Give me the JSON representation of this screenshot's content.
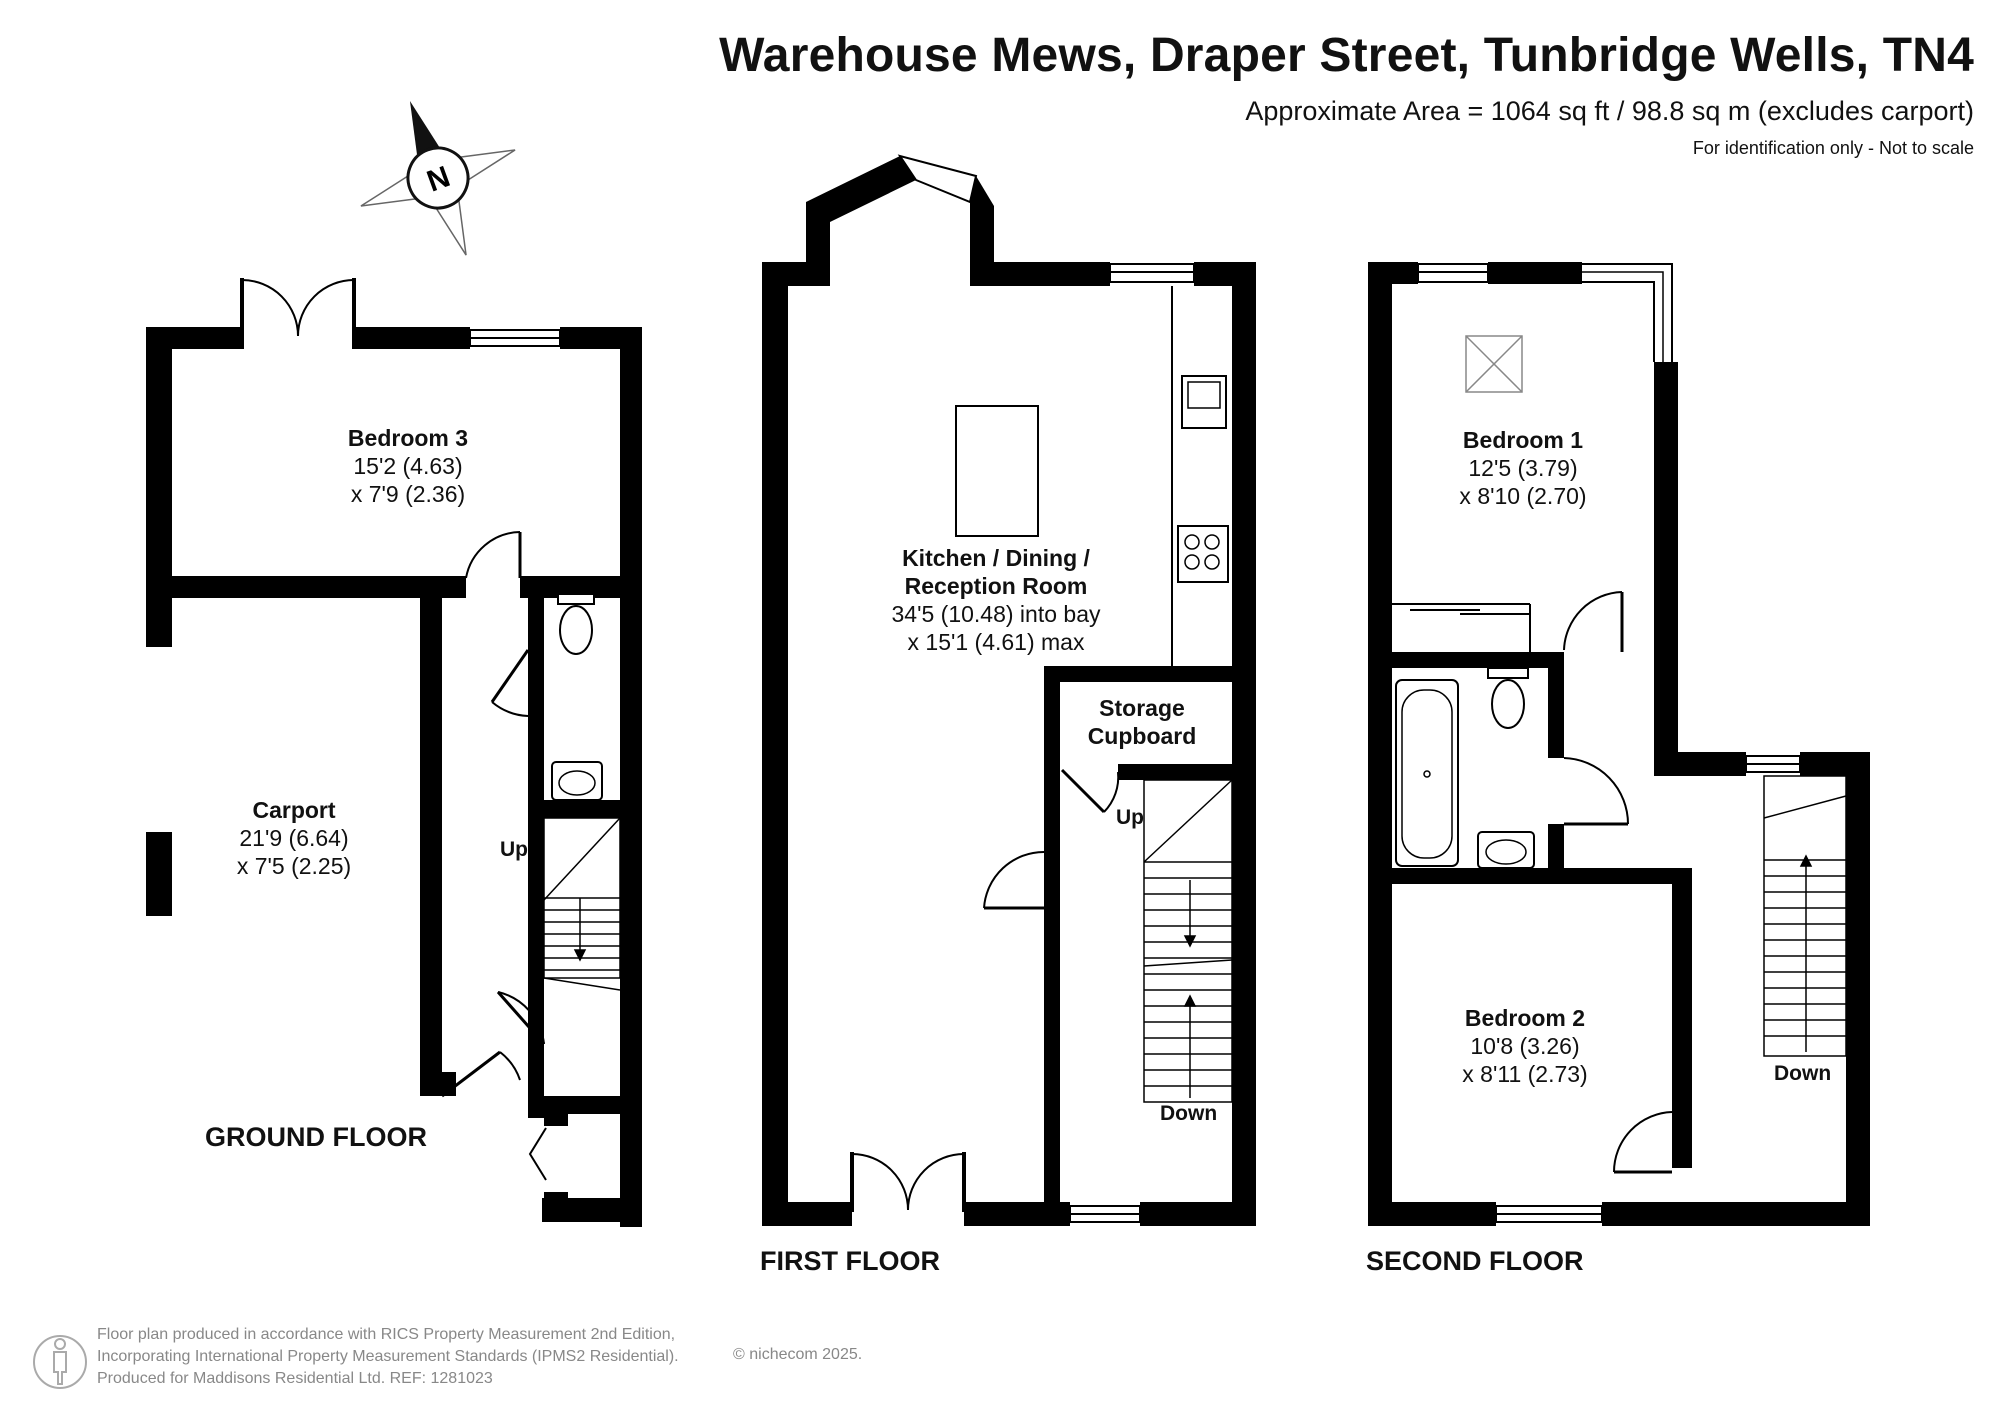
{
  "header": {
    "title": "Warehouse Mews, Draper Street, Tunbridge Wells, TN4",
    "area": "Approximate Area = 1064 sq ft / 98.8 sq m (excludes carport)",
    "identification": "For identification only - Not to scale"
  },
  "compass": {
    "label": "N",
    "icon": "north-arrow-icon"
  },
  "ground_floor": {
    "label": "GROUND FLOOR",
    "bedroom3": {
      "name": "Bedroom 3",
      "dim1": "15'2 (4.63)",
      "dim2": "x 7'9 (2.36)"
    },
    "carport": {
      "name": "Carport",
      "dim1": "21'9 (6.64)",
      "dim2": "x 7'5 (2.25)"
    },
    "stairs": "Up"
  },
  "first_floor": {
    "label": "FIRST FLOOR",
    "kitchen": {
      "name1": "Kitchen / Dining /",
      "name2": "Reception Room",
      "dim1": "34'5 (10.48) into bay",
      "dim2": "x  15'1 (4.61) max"
    },
    "storage": {
      "name1": "Storage",
      "name2": "Cupboard"
    },
    "stairs_up": "Up",
    "stairs_down": "Down"
  },
  "second_floor": {
    "label": "SECOND FLOOR",
    "bedroom1": {
      "name": "Bedroom 1",
      "dim1": "12'5 (3.79)",
      "dim2": "x 8'10 (2.70)"
    },
    "bedroom2": {
      "name": "Bedroom 2",
      "dim1": "10'8 (3.26)",
      "dim2": "x 8'11 (2.73)"
    },
    "stairs_down": "Down"
  },
  "footer": {
    "line1": "Floor plan produced in accordance with RICS Property Measurement 2nd Edition,",
    "line2": "Incorporating International Property Measurement Standards (IPMS2 Residential).",
    "line3": "Produced for Maddisons Residential Ltd.   REF: 1281023",
    "copyright": "© nichecom 2025."
  },
  "colors": {
    "wall": "#000000",
    "fixture": "#555555",
    "footer_text": "#888888"
  }
}
